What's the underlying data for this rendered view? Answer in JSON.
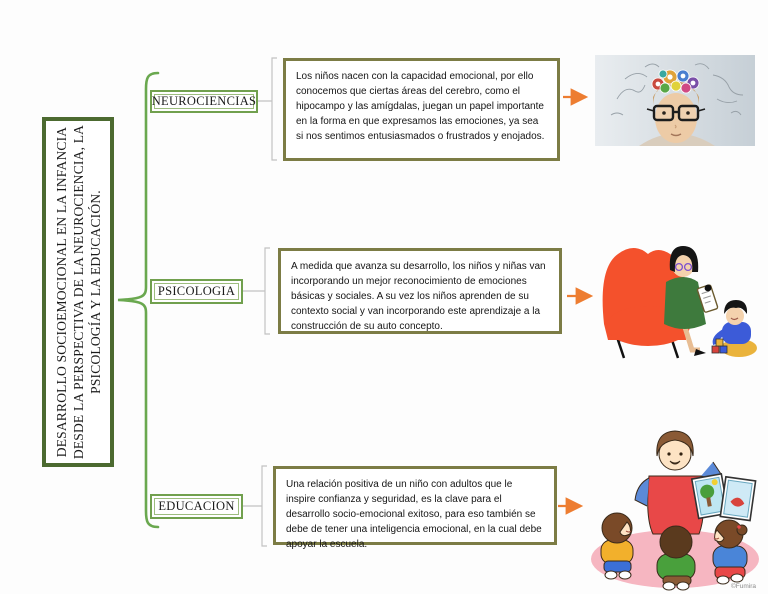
{
  "title": {
    "line1": "DESARROLLO SOCIOEMOCIONAL EN LA INFANCIA",
    "line2": "DESDE LA PERSPECTIVA DE LA NEUROCIENCIA, LA",
    "line3": "PSICOLOGÍA Y LA EDUCACIÓN."
  },
  "branches": [
    {
      "label": "NEUROCIENCIAS",
      "text": "Los niños nacen con la capacidad emocional, por ello conocemos que ciertas áreas del cerebro, como el hipocampo y las amígdalas, juegan un papel importante en la forma en que expresamos las emociones, ya sea si nos sentimos entusiasmados o frustrados y enojados.",
      "image": "child-with-glasses-colorful-brain-photo"
    },
    {
      "label": "PSICOLOGIA",
      "text": "A medida que avanza su desarrollo, los niños y niñas van incorporando un mejor reconocimiento de emociones básicas y sociales. A su vez los niños aprenden de su contexto social y van incorporando este aprendizaje a la construcción de su auto concepto.",
      "image": "psychologist-observing-child-illustration"
    },
    {
      "label": "EDUCACION",
      "text": "Una relación positiva de un niño con adultos que le inspire confianza y seguridad, es la clave para el desarrollo socio-emocional exitoso, para eso también se debe de tener una inteligencia emocional, en la cual debe apoyar la escuela.",
      "image": "teacher-reading-book-to-children-illustration"
    }
  ],
  "watermark": "©Fumira",
  "colors": {
    "title_border_green": "#4c6a30",
    "label_border_green": "#71a04e",
    "textbox_border_olive": "#7c7c45",
    "brace_green": "#6aa84f",
    "connector_gray": "#c2c2c2",
    "arrow_orange": "#ed7d31"
  }
}
